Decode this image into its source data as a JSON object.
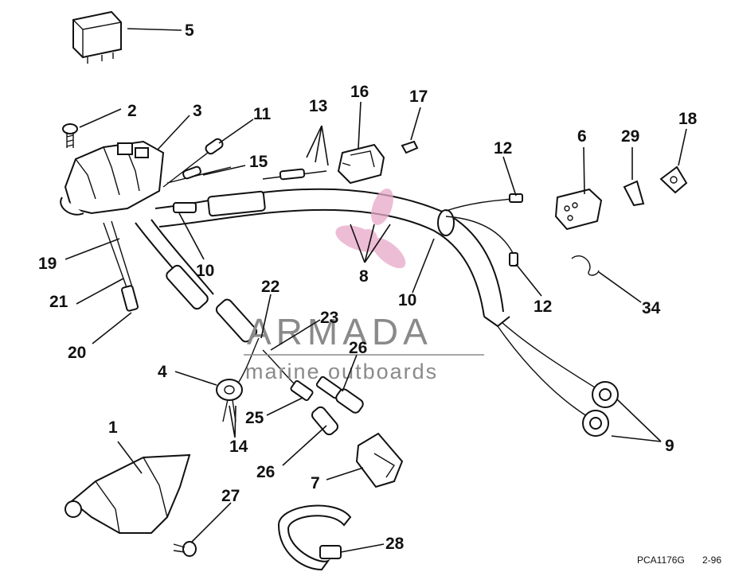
{
  "diagram": {
    "callouts": [
      "5",
      "2",
      "3",
      "11",
      "13",
      "16",
      "17",
      "15",
      "12",
      "6",
      "29",
      "18",
      "19",
      "10",
      "8",
      "10",
      "12",
      "34",
      "21",
      "22",
      "23",
      "20",
      "26",
      "4",
      "25",
      "14",
      "9",
      "1",
      "26",
      "7",
      "27",
      "28"
    ],
    "watermark": {
      "brand": "ARMADA",
      "tagline": "marine outboards",
      "colors": {
        "logo": "#e8a8c8",
        "text": "#8a8a8a"
      }
    },
    "footer": {
      "code": "PCA1176G",
      "date": "2-96"
    }
  }
}
